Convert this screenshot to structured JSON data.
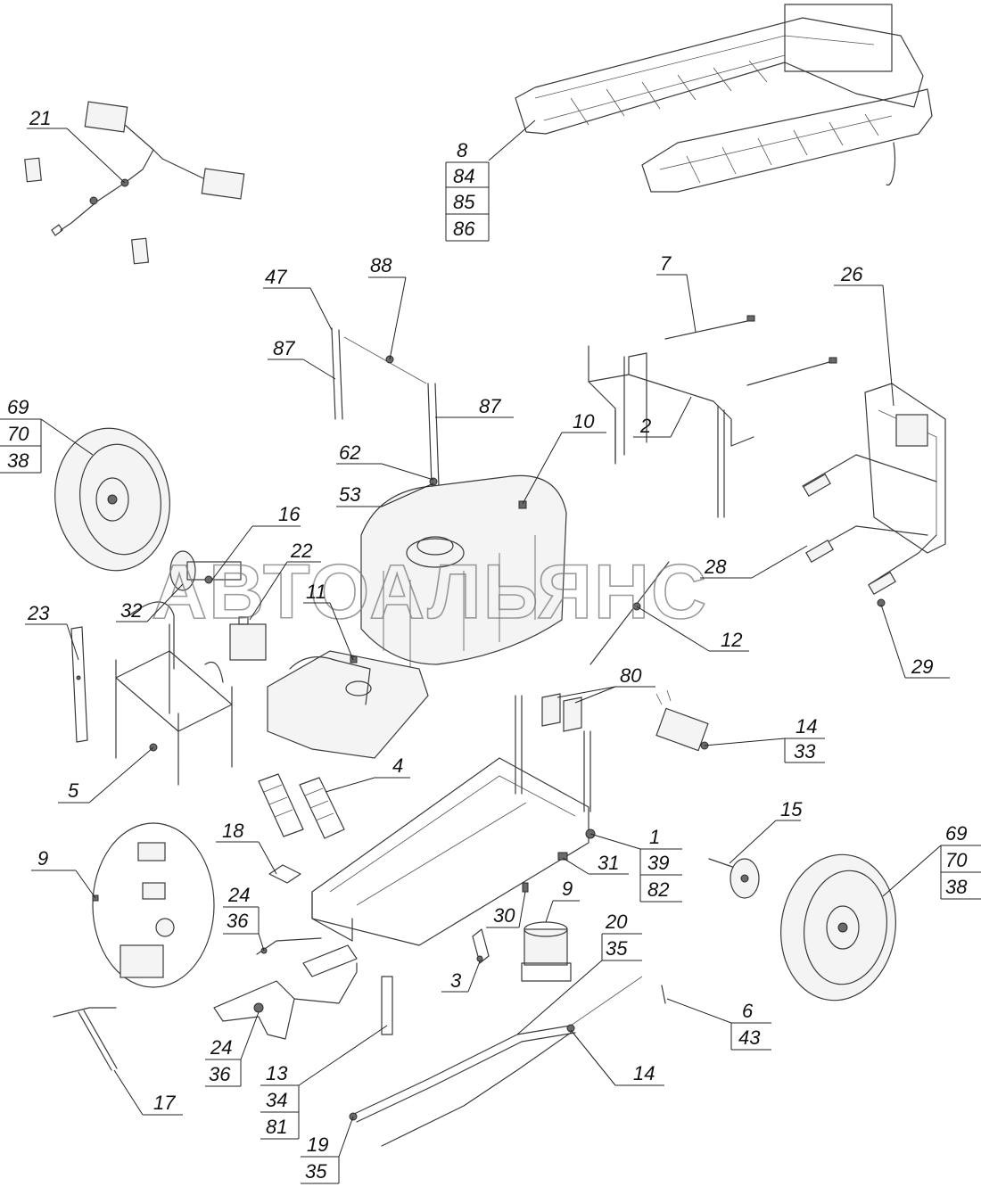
{
  "watermark": "АВТОАЛЬЯНС",
  "callouts": {
    "c21": "21",
    "c8": "8",
    "c84": "84",
    "c85": "85",
    "c86": "86",
    "c47": "47",
    "c88": "88",
    "c87a": "87",
    "c87b": "87",
    "c62": "62",
    "c53": "53",
    "c7": "7",
    "c26": "26",
    "c2": "2",
    "c10": "10",
    "c69a": "69",
    "c70a": "70",
    "c38a": "38",
    "c16": "16",
    "c22": "22",
    "c32": "32",
    "c11": "11",
    "c23": "23",
    "c28": "28",
    "c12": "12",
    "c29": "29",
    "c80": "80",
    "c14a": "14",
    "c33": "33",
    "c5": "5",
    "c4": "4",
    "c1": "1",
    "c39": "39",
    "c82": "82",
    "c31": "31",
    "c15": "15",
    "c69b": "69",
    "c70b": "70",
    "c38b": "38",
    "c9a": "9",
    "c18": "18",
    "c24a": "24",
    "c36a": "36",
    "c30": "30",
    "c9b": "9",
    "c20": "20",
    "c35a": "35",
    "c3": "3",
    "c6": "6",
    "c43": "43",
    "c24b": "24",
    "c36b": "36",
    "c14b": "14",
    "c17": "17",
    "c13": "13",
    "c34": "34",
    "c81": "81",
    "c19": "19",
    "c35b": "35"
  }
}
